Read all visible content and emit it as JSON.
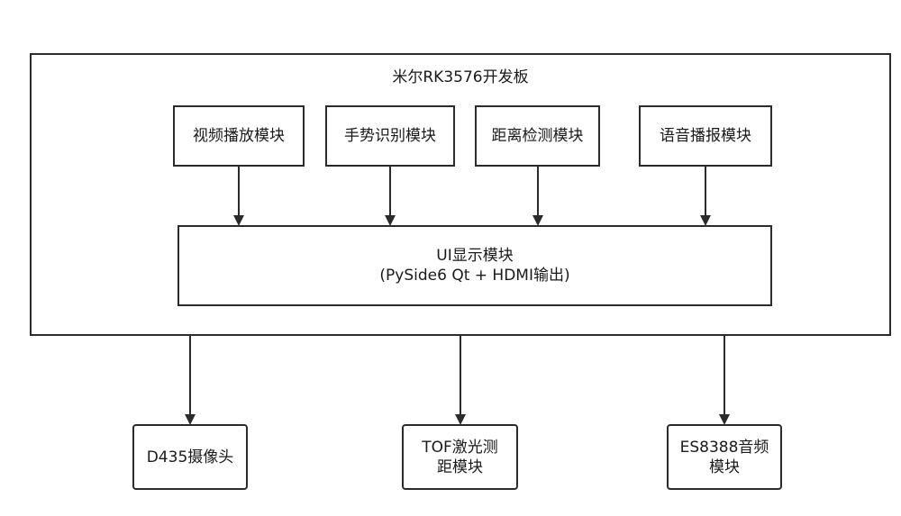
{
  "board": {
    "title": "米尔RK3576开发板"
  },
  "modules": {
    "video": "视频播放模块",
    "gesture": "手势识别模块",
    "distance": "距离检测模块",
    "voice": "语音播报模块"
  },
  "ui_module": {
    "line1": "UI显示模块",
    "line2": "(PySide6 Qt + HDMI输出)"
  },
  "peripherals": {
    "camera": "D435摄像头",
    "tof_line1": "TOF激光测",
    "tof_line2": "距模块",
    "audio_line1": "ES8388音频",
    "audio_line2": "模块"
  }
}
